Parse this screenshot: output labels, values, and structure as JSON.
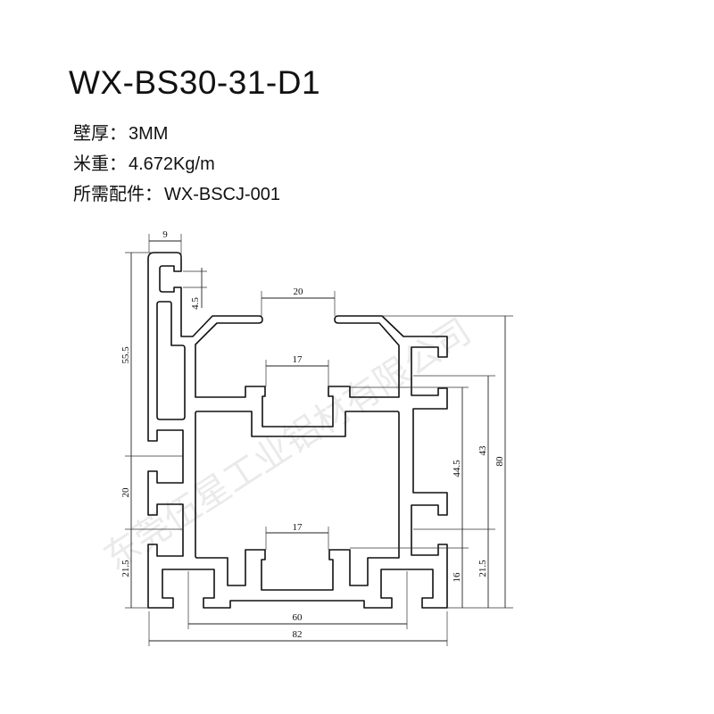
{
  "title": "WX-BS30-31-D1",
  "specs": [
    {
      "label": "壁厚：",
      "value": "3MM"
    },
    {
      "label": "米重：",
      "value": "4.672Kg/m"
    },
    {
      "label": "所需配件：",
      "value": "WX-BSCJ-001"
    }
  ],
  "dimensions": {
    "top_tab_width": "9",
    "slot_lip": "4.5",
    "top_opening": "20",
    "top_slot": "17",
    "left_height": "55.5",
    "left_pitch": "20",
    "left_bottom": "21.5",
    "bottom_slot": "17",
    "bottom_pitch": "60",
    "total_width": "82",
    "right_44": "44.5",
    "right_43": "43",
    "total_height": "80",
    "right_16": "16",
    "right_bottom": "21.5"
  },
  "watermark": "东莞伍星工业铝材有限公司"
}
